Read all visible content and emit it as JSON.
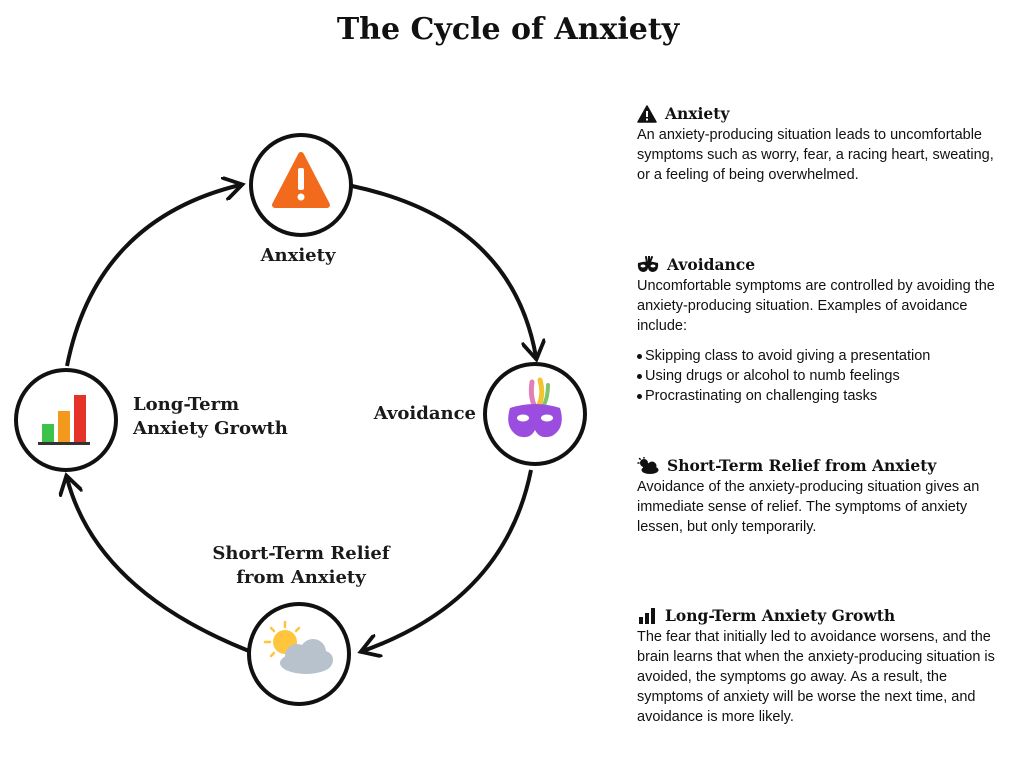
{
  "title": "The Cycle of Anxiety",
  "cycle": {
    "nodes": [
      {
        "id": "anxiety",
        "label": "Anxiety",
        "icon": "warning-icon"
      },
      {
        "id": "avoidance",
        "label": "Avoidance",
        "icon": "mask-icon"
      },
      {
        "id": "relief",
        "label_line1": "Short-Term Relief",
        "label_line2": "from Anxiety",
        "icon": "sun-cloud-icon"
      },
      {
        "id": "growth",
        "label_line1": "Long-Term",
        "label_line2": "Anxiety Growth",
        "icon": "bar-chart-icon"
      }
    ]
  },
  "panels": [
    {
      "heading": "Anxiety",
      "icon": "warning-icon",
      "body": "An anxiety-producing situation leads to uncomfortable symptoms such as worry, fear, a racing heart, sweating, or a feeling of being overwhelmed."
    },
    {
      "heading": "Avoidance",
      "icon": "mask-icon",
      "body": "Uncomfortable symptoms are controlled by avoiding the anxiety-producing situation. Examples of avoidance include:",
      "bullets": [
        "Skipping class to avoid giving a presentation",
        "Using drugs or alcohol to numb feelings",
        "Procrastinating on challenging tasks"
      ]
    },
    {
      "heading": "Short-Term Relief from Anxiety",
      "icon": "sun-cloud-icon",
      "body": "Avoidance of the anxiety-producing situation gives an immediate sense of relief. The symptoms of anxiety lessen, but only temporarily."
    },
    {
      "heading": "Long-Term Anxiety Growth",
      "icon": "bar-chart-icon",
      "body": "The fear that initially led to avoidance worsens, and the brain learns that when the anxiety-producing situation is avoided, the symptoms go away. As a result, the symptoms of anxiety will be worse the next time, and avoidance is more likely."
    }
  ],
  "colors": {
    "warning": "#f26b1d",
    "mask": "#9b4de0",
    "bar_green": "#3ec34a",
    "bar_orange": "#f39a1e",
    "bar_red": "#e5332a",
    "sun": "#ffc53d",
    "cloud": "#b7c2cc"
  }
}
